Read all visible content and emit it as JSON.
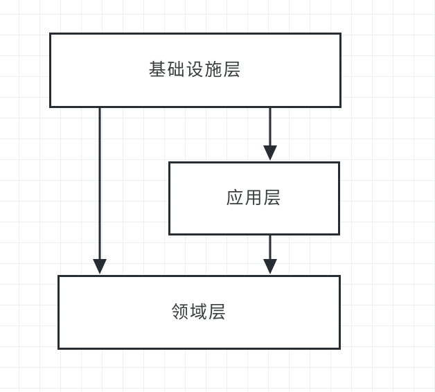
{
  "diagram": {
    "nodes": [
      {
        "id": "infrastructure",
        "label": "基础设施层"
      },
      {
        "id": "application",
        "label": "应用层"
      },
      {
        "id": "domain",
        "label": "领域层"
      }
    ],
    "edges": [
      {
        "from": "基础设施层",
        "to": "领域层",
        "arrow": "down"
      },
      {
        "from": "基础设施层",
        "to": "应用层",
        "arrow": "down"
      },
      {
        "from": "应用层",
        "to": "领域层",
        "arrow": "down"
      }
    ],
    "colors": {
      "stroke": "#282c33",
      "text": "#3b3d40",
      "grid": "#edf0f2",
      "node_fill": "#ffffff",
      "background": "#ffffff"
    }
  }
}
